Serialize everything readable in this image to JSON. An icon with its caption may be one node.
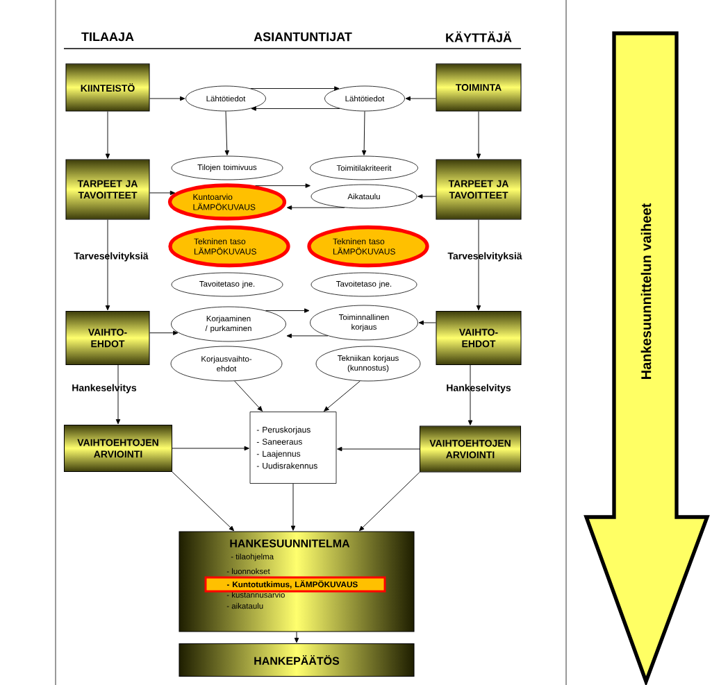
{
  "diagram": {
    "nodes": [
      {
        "text": [
          "KIINTEISTÖ"
        ]
      },
      {
        "text": [
          "TOIMINTA"
        ]
      },
      {
        "text": [
          "Lähtötiedot"
        ]
      },
      {
        "text": [
          "Lähtötiedot"
        ]
      },
      {
        "text": [
          "TARPEET JA TAVOITTEET"
        ]
      },
      {
        "text": [
          "TARPEET JA TAVOITTEET"
        ]
      },
      {
        "text": [
          "Tilojen toimivuus"
        ]
      },
      {
        "text": [
          "Toimitilakriteerit"
        ]
      },
      {
        "text": [
          "Kuntoarvio LÄMPÖKUVAUS"
        ]
      },
      {
        "text": [
          "Aikataulu"
        ]
      },
      {
        "text": [
          "Tekninen taso LÄMPÖKUVAUS"
        ]
      },
      {
        "text": [
          "Tekninen taso LÄMPÖKUVAUS"
        ]
      },
      {
        "text": [
          "Tavoitetaso jne."
        ]
      },
      {
        "text": [
          "Tavoitetaso jne."
        ]
      },
      {
        "text": [
          "VAIHTO-EHDOT"
        ]
      },
      {
        "text": [
          "VAIHTO-EHDOT"
        ]
      },
      {
        "text": [
          "Korjaaminen / purkaminen"
        ]
      },
      {
        "text": [
          "Toiminnallinen korjaus"
        ]
      },
      {
        "text": [
          "Korjausvaihto-ehdot"
        ]
      },
      {
        "text": [
          "Tekniikan korjaus (kunnostus)"
        ]
      },
      {
        "text": [
          "- Peruskorjaus",
          "- Saneeraus",
          "- Laajennus",
          "- Uudisrakennus"
        ]
      },
      {
        "text": [
          "VAIHTOEHTOJEN ARVIOINTI"
        ]
      },
      {
        "text": [
          "VAIHTOEHTOJEN ARVIOINTI"
        ]
      },
      {
        "text": [
          "HANKESUUNNITELMA",
          "- tilaohjelma",
          "- luonnokset",
          "- kustannusarvio",
          "- aikataulu"
        ]
      },
      {
        "text": [
          "- Kuntotutkimus, LÄMPÖKUVAUS"
        ],
        "in": 23
      },
      {
        "text": [
          "HANKEPÄÄTÖS"
        ]
      },
      {
        "text": [
          "Hankesuunnittelun vaiheet"
        ]
      }
    ],
    "edges": [
      {
        "from": 0,
        "to": 2,
        "arrow": "to"
      },
      {
        "from": 2,
        "to": 3,
        "arrow": "to"
      },
      {
        "from": 3,
        "to": 2,
        "arrow": "to"
      },
      {
        "from": 1,
        "to": 3,
        "arrow": "to"
      },
      {
        "from": 2,
        "to": 6,
        "arrow": "to"
      },
      {
        "from": 3,
        "to": 7,
        "arrow": "to"
      },
      {
        "from": 0,
        "to": 4,
        "arrow": "to"
      },
      {
        "from": 1,
        "to": 5,
        "arrow": "to"
      },
      {
        "from": 4,
        "to": 8,
        "arrow": "to"
      },
      {
        "from": 5,
        "to": 9,
        "arrow": "to"
      },
      {
        "from": 8,
        "to": 9,
        "arrow": "to"
      },
      {
        "from": 9,
        "to": 8,
        "arrow": "to"
      },
      {
        "from": 4,
        "to": 14,
        "arrow": "to"
      },
      {
        "from": 5,
        "to": 15,
        "arrow": "to"
      },
      {
        "from": 14,
        "to": 16,
        "arrow": "to"
      },
      {
        "from": 15,
        "to": 17,
        "arrow": "to"
      },
      {
        "from": 16,
        "to": 17,
        "arrow": "to"
      },
      {
        "from": 17,
        "to": 16,
        "arrow": "to"
      },
      {
        "from": 18,
        "to": 20,
        "arrow": "to"
      },
      {
        "from": 19,
        "to": 20,
        "arrow": "to"
      },
      {
        "from": 14,
        "to": 21,
        "arrow": "to"
      },
      {
        "from": 15,
        "to": 22,
        "arrow": "to"
      },
      {
        "from": 21,
        "to": 20,
        "arrow": "to"
      },
      {
        "from": 22,
        "to": 20,
        "arrow": "to"
      },
      {
        "from": 21,
        "to": 23,
        "arrow": "to"
      },
      {
        "from": 20,
        "to": 23,
        "arrow": "to"
      },
      {
        "from": 22,
        "to": 23,
        "arrow": "to"
      },
      {
        "from": 23,
        "to": 25,
        "arrow": "to"
      }
    ],
    "labels": [
      "TILAAJA",
      "ASIANTUNTIJAT",
      "KÄYTTÄJÄ",
      "Tarveselvityksiä",
      "Tarveselvityksiä",
      "Hankeselvitys",
      "Hankeselvitys"
    ]
  }
}
